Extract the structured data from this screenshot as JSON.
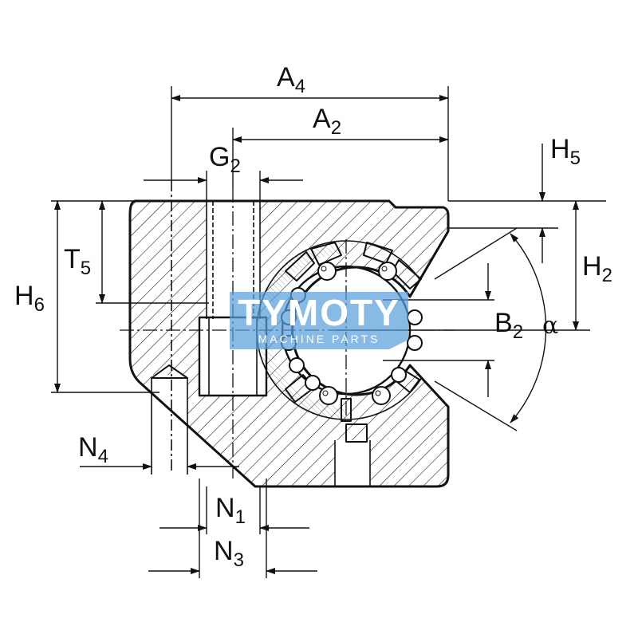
{
  "labels": {
    "a4": {
      "main": "A",
      "sub": "4"
    },
    "a2": {
      "main": "A",
      "sub": "2"
    },
    "g2": {
      "main": "G",
      "sub": "2"
    },
    "h5": {
      "main": "H",
      "sub": "5"
    },
    "h6": {
      "main": "H",
      "sub": "6"
    },
    "t5": {
      "main": "T",
      "sub": "5"
    },
    "h2": {
      "main": "H",
      "sub": "2"
    },
    "b2": {
      "main": "B",
      "sub": "2"
    },
    "alpha": "α",
    "n4": {
      "main": "N",
      "sub": "4"
    },
    "n1": {
      "main": "N",
      "sub": "1"
    },
    "n3": {
      "main": "N",
      "sub": "3"
    }
  },
  "watermark": {
    "brand": "TYMOTY",
    "tagline": "MACHINE PARTS",
    "color": "#5aa0dc"
  }
}
